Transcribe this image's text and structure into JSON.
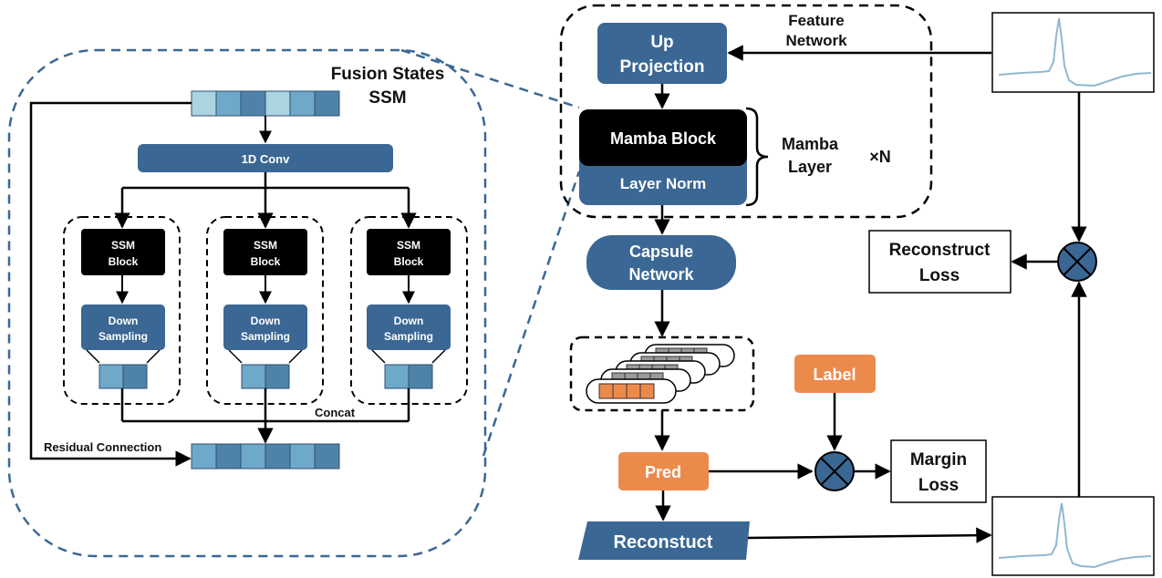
{
  "colors": {
    "dark_blue": "#3b6794",
    "mid_blue": "#4d7fa8",
    "light_blue": "#a9d4e0",
    "orange": "#ec8a4c",
    "black": "#000000",
    "line": "#000000",
    "zoom_dash": "#3b6794"
  },
  "left_panel": {
    "title_line1": "Fusion States",
    "title_line2": "SSM",
    "conv_label": "1D Conv",
    "branches": [
      {
        "ssm_line1": "SSM",
        "ssm_line2": "Block",
        "down_line1": "Down",
        "down_line2": "Sampling"
      },
      {
        "ssm_line1": "SSM",
        "ssm_line2": "Block",
        "down_line1": "Down",
        "down_line2": "Sampling"
      },
      {
        "ssm_line1": "SSM",
        "ssm_line2": "Block",
        "down_line1": "Down",
        "down_line2": "Sampling"
      }
    ],
    "concat_label": "Concat",
    "residual_label": "Residual Connection"
  },
  "right_panel": {
    "up_projection_line1": "Up",
    "up_projection_line2": "Projection",
    "feature_network_line1": "Feature",
    "feature_network_line2": "Network",
    "mamba_block": "Mamba Block",
    "layer_norm": "Layer Norm",
    "mamba_layer_line1": "Mamba",
    "mamba_layer_line2": "Layer",
    "repeat": "×N",
    "capsule_line1": "Capsule",
    "capsule_line2": "Network",
    "label": "Label",
    "pred": "Pred",
    "margin_loss_line1": "Margin",
    "margin_loss_line2": "Loss",
    "reconstruct_loss_line1": "Reconstruct",
    "reconstruct_loss_line2": "Loss",
    "reconstruct": "Reconstuct",
    "multiply_symbol": "⊗"
  }
}
